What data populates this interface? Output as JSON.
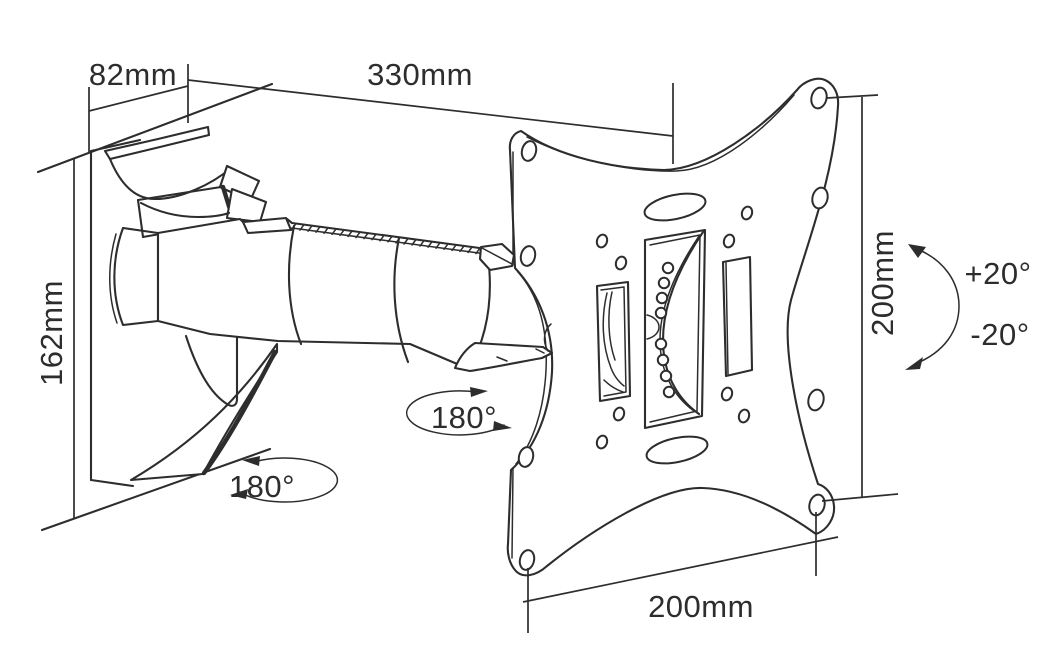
{
  "drawing": {
    "subject": "full-motion TV wall mount bracket technical drawing",
    "background_color": "#ffffff",
    "line_color": "#2d2d2d",
    "text_color": "#2d2d2d",
    "annotations": {
      "bracket_depth": {
        "label": "82mm"
      },
      "arm_extension": {
        "label": "330mm"
      },
      "wall_bracket_height": {
        "label": "162mm"
      },
      "vesa_height": {
        "label": "200mm"
      },
      "vesa_width": {
        "label": "200mm"
      },
      "tilt_up": {
        "label": "+20°"
      },
      "tilt_down": {
        "label": "-20°"
      },
      "arm_swivel": {
        "label": "180°"
      },
      "base_swivel": {
        "label": "180°"
      }
    }
  }
}
